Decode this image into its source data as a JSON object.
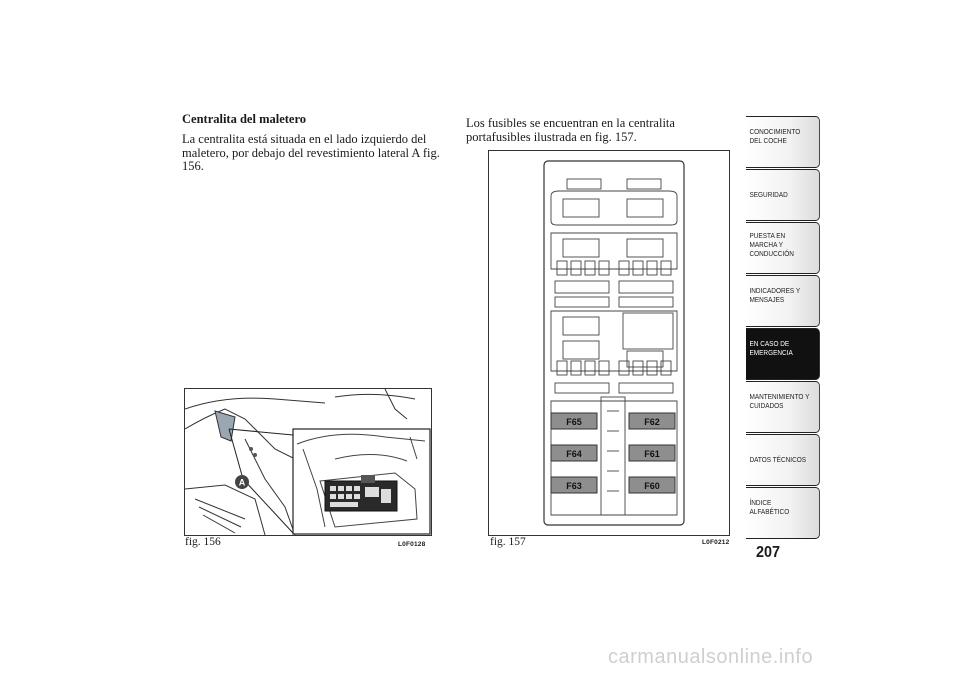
{
  "left_column": {
    "heading": "Centralita del maletero",
    "paragraph": "La centralita está situada en el lado izquierdo del maletero, por debajo del revestimiento lateral A fig. 156."
  },
  "right_column": {
    "paragraph": "Los fusibles se encuentran en la centralita portafusibles ilustrada en fig. 157."
  },
  "fig156": {
    "caption": "fig. 156",
    "code": "L0F0128",
    "marker": "A"
  },
  "fig157": {
    "caption": "fig. 157",
    "code": "L0F0212",
    "fuses_left": [
      "F65",
      "F64",
      "F63"
    ],
    "fuses_right": [
      "F62",
      "F61",
      "F60"
    ]
  },
  "sidebar": {
    "tabs": [
      "CONOCIMIENTO\nDEL COCHE",
      "SEGURIDAD",
      "PUESTA EN\nMARCHA Y\nCONDUCCIÓN",
      "INDICADORES Y\nMENSAJES",
      "EN CASO DE\nEMERGENCIA",
      "MANTENIMIENTO Y\nCUIDADOS",
      "DATOS TÉCNICOS",
      "ÍNDICE\nALFABÉTICO"
    ],
    "active_index": 4
  },
  "page_number": "207",
  "watermark": "carmanualsonline.info"
}
